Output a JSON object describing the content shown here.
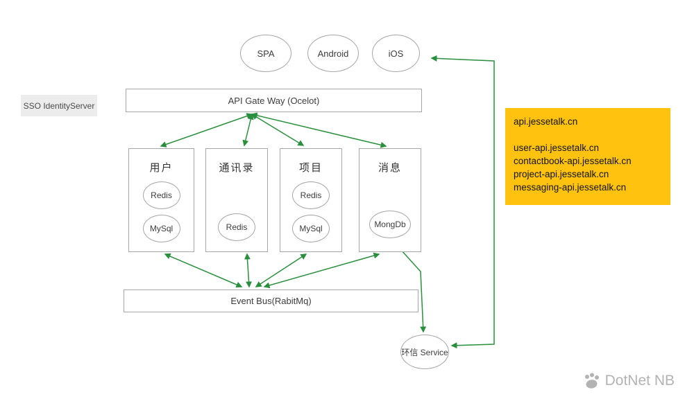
{
  "diagram": {
    "clients": [
      {
        "label": "SPA"
      },
      {
        "label": "Android"
      },
      {
        "label": "iOS"
      }
    ],
    "sso": {
      "label": "SSO IdentityServer"
    },
    "gateway": {
      "label": "API Gate Way (Ocelot)"
    },
    "services": [
      {
        "title": "用户",
        "stores": [
          "Redis",
          "MySql"
        ]
      },
      {
        "title": "通讯录",
        "stores": [
          "Redis"
        ]
      },
      {
        "title": "项目",
        "stores": [
          "Redis",
          "MySql"
        ]
      },
      {
        "title": "消息",
        "stores": [
          "MongDb"
        ]
      }
    ],
    "event_bus": {
      "label": "Event Bus(RabitMq)"
    },
    "external_service": {
      "label": "环信 Service"
    },
    "note": {
      "background": "#ffc20e",
      "lines": [
        "api.jessetalk.cn",
        "",
        "user-api.jessetalk.cn",
        "contactbook-api.jessetalk.cn",
        "project-api.jessetalk.cn",
        "messaging-api.jessetalk.cn"
      ]
    },
    "colors": {
      "arrow": "#2a8f3c",
      "border": "#a6a6a6"
    },
    "watermark": {
      "label": "DotNet NB"
    }
  }
}
